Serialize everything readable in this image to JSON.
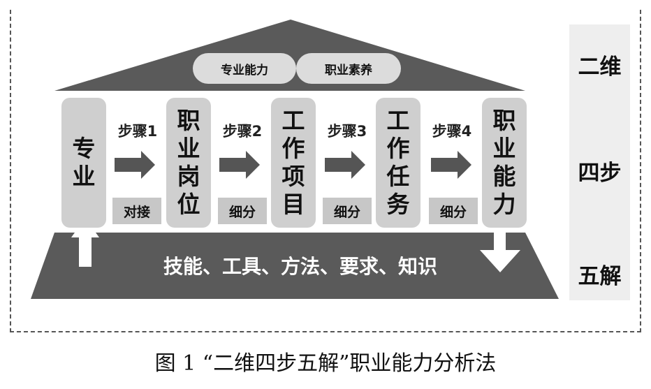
{
  "roof": {
    "left_label": "专业能力",
    "right_label": "职业素养"
  },
  "pillars": [
    {
      "label": "专业"
    },
    {
      "label": "职业岗位"
    },
    {
      "label": "工作项目"
    },
    {
      "label": "工作任务"
    },
    {
      "label": "职业能力"
    }
  ],
  "steps": [
    {
      "label": "步骤1",
      "sub": "对接"
    },
    {
      "label": "步骤2",
      "sub": "细分"
    },
    {
      "label": "步骤3",
      "sub": "细分"
    },
    {
      "label": "步骤4",
      "sub": "细分"
    }
  ],
  "base": {
    "label": "技能、工具、方法、要求、知识"
  },
  "side": {
    "line1": "二维",
    "line2": "四步",
    "line3": "五解"
  },
  "caption": "图 1 “二维四步五解”职业能力分析法"
}
